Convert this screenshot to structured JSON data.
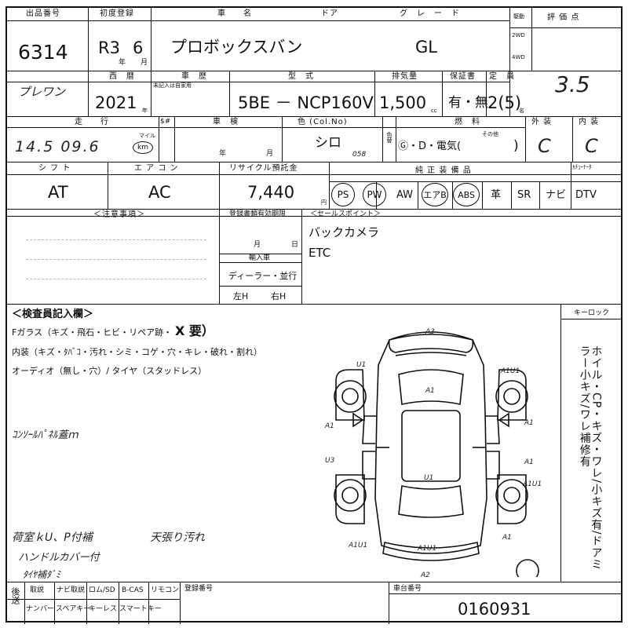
{
  "lot": {
    "label": "出品番号",
    "value": "6314"
  },
  "first_reg": {
    "label": "初度登録",
    "era_year": "R3",
    "month": "6",
    "year_unit": "年",
    "month_unit": "月"
  },
  "car_name": {
    "label": "車　　名",
    "value": "プロボックスバン"
  },
  "door": {
    "label": "ドア"
  },
  "grade": {
    "label": "グ　レ　ー　ド",
    "value": "GL"
  },
  "drive": {
    "label": "駆動",
    "opt1": "2WD",
    "opt2": "4WD"
  },
  "score": {
    "label": "評 価 点",
    "value": "3.5"
  },
  "model_family": {
    "value": "プレワン"
  },
  "western": {
    "label": "西　暦",
    "value": "2021",
    "unit": "年"
  },
  "reg_type": {
    "label": "車　歴",
    "note": "未記入は自家用"
  },
  "model_code": {
    "label": "型　式",
    "value": "5BE － NCP160V"
  },
  "displacement": {
    "label": "排気量",
    "value": "1,500",
    "unit": "cc"
  },
  "warranty": {
    "label": "保証書",
    "value": "有・無"
  },
  "capacity": {
    "label": "定　員",
    "value": "2(5)",
    "unit": "名"
  },
  "mileage": {
    "label": "走　　行",
    "value": "14.5 09.6",
    "unit_mile": "マイル",
    "unit_km": "km",
    "dollar": "$#"
  },
  "inspection": {
    "label": "車　検",
    "year": "年",
    "month": "月"
  },
  "color": {
    "label": "色 (Col.No)",
    "value": "シロ",
    "code": "058",
    "change_label": "色替"
  },
  "fuel": {
    "label": "燃　料",
    "options": "Ⓖ・D・電気(",
    "other": "その他",
    "close": ")"
  },
  "exterior": {
    "label": "外 装",
    "value": "C"
  },
  "interior": {
    "label": "内 装",
    "value": "C"
  },
  "shift": {
    "label": "シ フ ト",
    "value": "AT"
  },
  "aircon": {
    "label": "エ ア コ ン",
    "value": "AC"
  },
  "recycle": {
    "label": "リサイクル預託金",
    "value": "7,440",
    "unit": "円"
  },
  "equipment": {
    "label": "純 正 装 備 品",
    "items": [
      "PS",
      "PW",
      "AW",
      "エアB",
      "ABS",
      "革",
      "SR",
      "ナビ",
      "DTV"
    ],
    "dtv_header": "ｶﾁｭｰﾅｰﾀ"
  },
  "notes": {
    "label": "＜注意事項＞"
  },
  "reg_validity": {
    "label": "登録書類有効期限",
    "month": "月",
    "day": "日"
  },
  "import": {
    "label": "輸入車",
    "dealer": "ディーラー・並行",
    "left": "左H",
    "right": "右H"
  },
  "sales_points": {
    "label": "＜セールスポイント＞",
    "items": [
      "バックカメラ",
      "ETC"
    ]
  },
  "inspector": {
    "label": "＜検査員記入欄＞",
    "glass": "Fガラス（キズ・飛石・ヒビ・リペア跡・",
    "glass_mark": "X 要）",
    "interior": "内装（キズ・ﾀﾊﾞｺ・汚れ・シミ・コゲ・穴・キレ・破れ・割れ）",
    "audio": "オーディオ（無し・穴）/ タイヤ（スタッドレス）",
    "hand_notes": [
      "ｺﾝｿｰﾙﾊﾟﾈﾙ蓋ｍ",
      "荷室ｋU、P付補",
      "ハンドルカバー付",
      "ﾀｲﾔ補ﾀﾞﾐ"
    ],
    "hand_note_ceiling": "天張り汚れ"
  },
  "key_lock": {
    "label": "キーロック"
  },
  "side_note": {
    "text": "ホイル・CP・キズ・ワレ/小キズ有/ドアミラー小キズ/ワレ補修有"
  },
  "diagram_marks": [
    "A3",
    "U1",
    "A1U1",
    "A1",
    "A1",
    "U3",
    "A1",
    "U1",
    "A1",
    "A1U1",
    "A1U1",
    "A1",
    "A1U1",
    "A2"
  ],
  "bottom": {
    "cells_top": [
      "取説",
      "ナビ取説",
      "ロム/SD",
      "B-CAS",
      "リモコン"
    ],
    "cells_bottom": [
      "ナンバー",
      "スペアキー",
      "キーレス",
      "スマートキー"
    ],
    "rear_label": "後送",
    "reg_number_label": "登録番号",
    "chassis_label": "車台番号",
    "chassis_value": "0160931"
  }
}
